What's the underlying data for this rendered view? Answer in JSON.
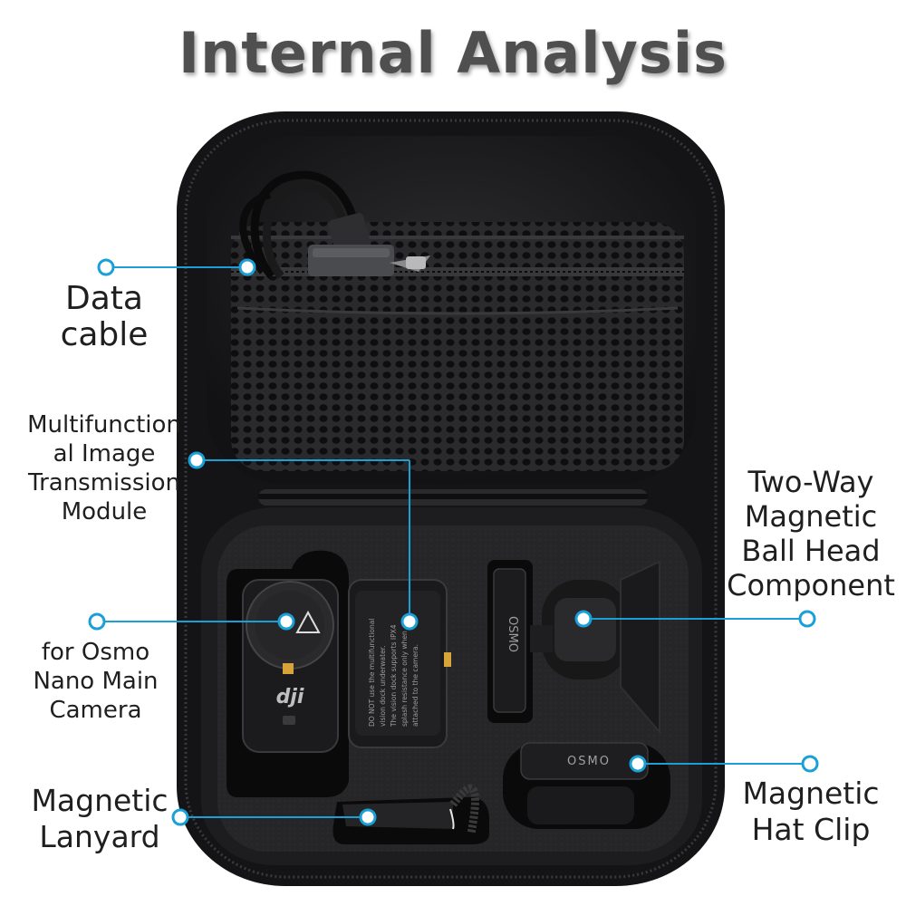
{
  "title": "Internal Analysis",
  "callouts": {
    "data_cable": "Data\ncable",
    "module": "Multifunction\nal Image\nTransmission\nModule",
    "osmo_camera": "for Osmo\nNano Main\nCamera",
    "lanyard": "Magnetic\nLanyard",
    "ball_head": "Two-Way\nMagnetic\nBall Head\nComponent",
    "hat_clip": "Magnetic\nHat Clip"
  },
  "product_marks": {
    "camera_logo": "dji",
    "brand": "OSMO",
    "dock_text": "DO NOT use the multifunctional vision dock underwater. The vision dock supports IPX4 splash resistance only when attached to the camera."
  },
  "colors": {
    "accent": "#1aa0d6",
    "title": "#4f4f4f",
    "case": "#1c1c1e"
  }
}
